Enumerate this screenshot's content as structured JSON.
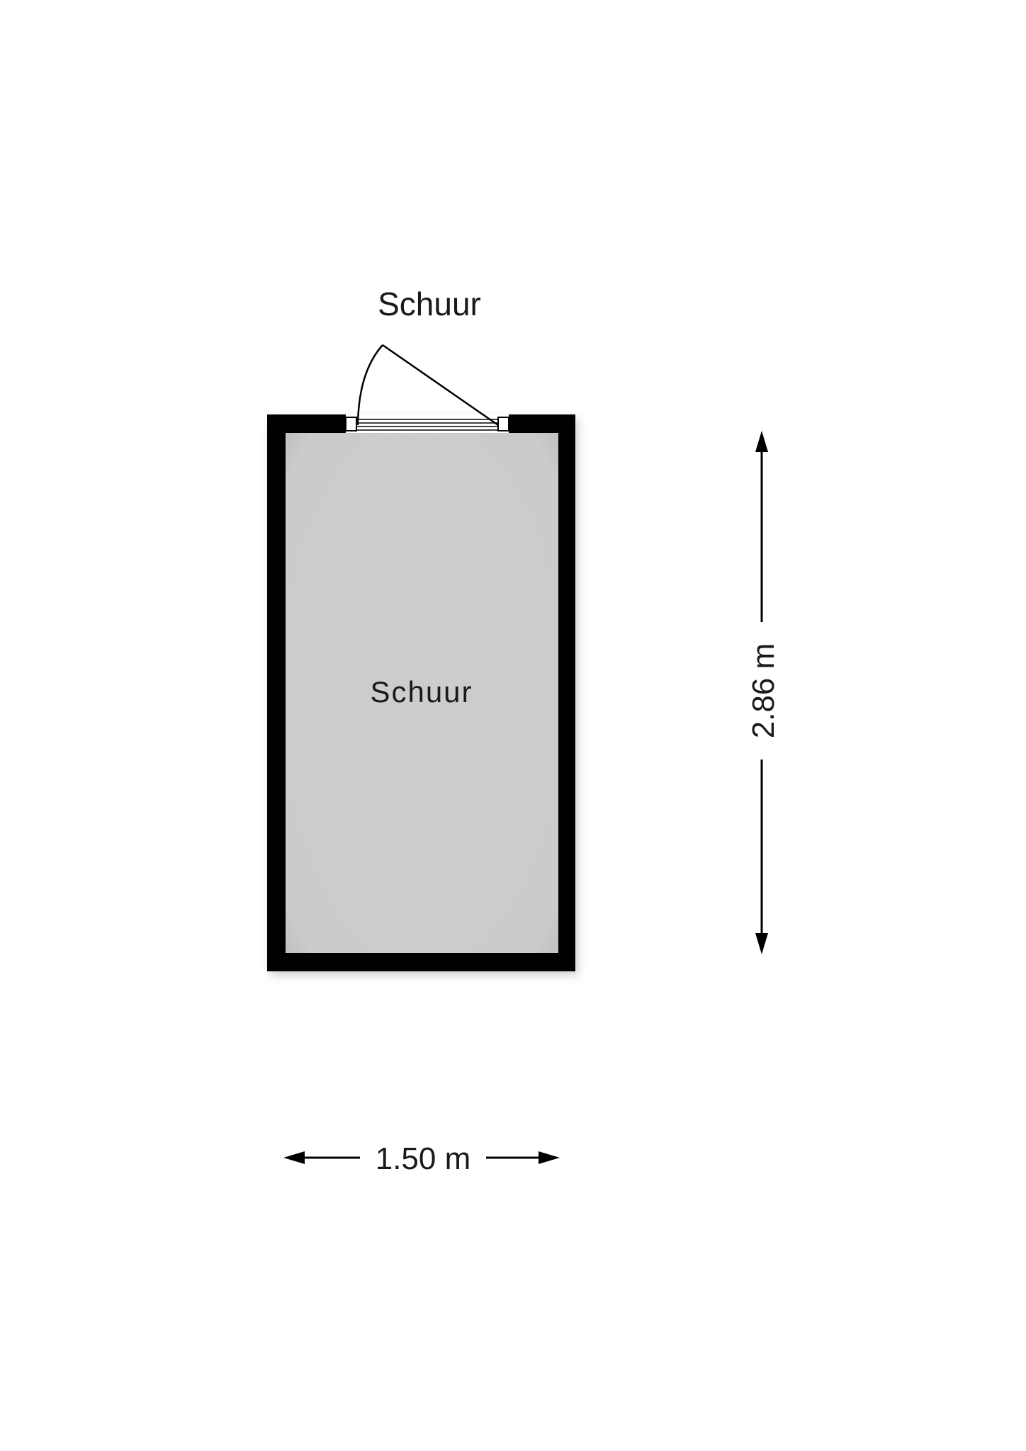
{
  "floor_title": "Schuur",
  "room": {
    "name": "Schuur"
  },
  "dimensions": {
    "width_label": "1.50 m",
    "height_label": "2.86 m"
  },
  "colors": {
    "wall": "#000000",
    "floor": "#cccccc",
    "text": "#1a1a1a",
    "background": "#ffffff"
  }
}
